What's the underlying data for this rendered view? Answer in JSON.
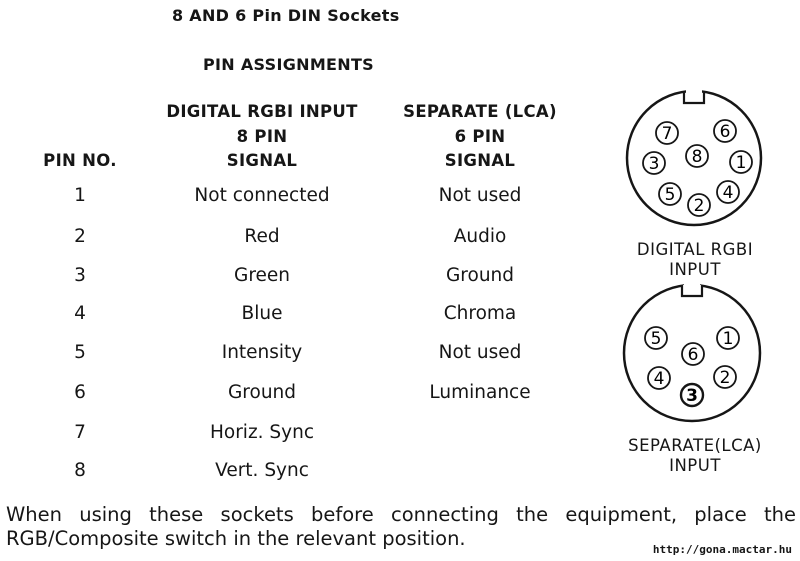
{
  "title": "8 AND 6 Pin DIN Sockets",
  "subtitle": "PIN ASSIGNMENTS",
  "columns": {
    "pin_no": "PIN NO.",
    "col2": {
      "line1": "DIGITAL RGBI INPUT",
      "line2": "8 PIN",
      "line3": "SIGNAL"
    },
    "col3": {
      "line1": "SEPARATE (LCA)",
      "line2": "6 PIN",
      "line3": "SIGNAL"
    }
  },
  "rows": [
    {
      "pin": "1",
      "rgbi": "Not connected",
      "lca": "Not used"
    },
    {
      "pin": "2",
      "rgbi": "Red",
      "lca": "Audio"
    },
    {
      "pin": "3",
      "rgbi": "Green",
      "lca": "Ground"
    },
    {
      "pin": "4",
      "rgbi": "Blue",
      "lca": "Chroma"
    },
    {
      "pin": "5",
      "rgbi": "Intensity",
      "lca": "Not used"
    },
    {
      "pin": "6",
      "rgbi": "Ground",
      "lca": "Luminance"
    },
    {
      "pin": "7",
      "rgbi": "Horiz. Sync",
      "lca": ""
    },
    {
      "pin": "8",
      "rgbi": "Vert. Sync",
      "lca": ""
    }
  ],
  "sockets": {
    "rgbi": {
      "label_line1": "DIGITAL RGBI",
      "label_line2": "INPUT",
      "pins": [
        "1",
        "2",
        "3",
        "4",
        "5",
        "6",
        "7",
        "8"
      ]
    },
    "lca": {
      "label_line1": "SEPARATE(LCA)",
      "label_line2": "INPUT",
      "pins": [
        "1",
        "2",
        "3",
        "4",
        "5",
        "6"
      ]
    }
  },
  "note": {
    "line1": "When using these sockets before connecting the equipment, place the",
    "line2": "RGB/Composite switch in the relevant position."
  },
  "url": "http://gona.mactar.hu"
}
